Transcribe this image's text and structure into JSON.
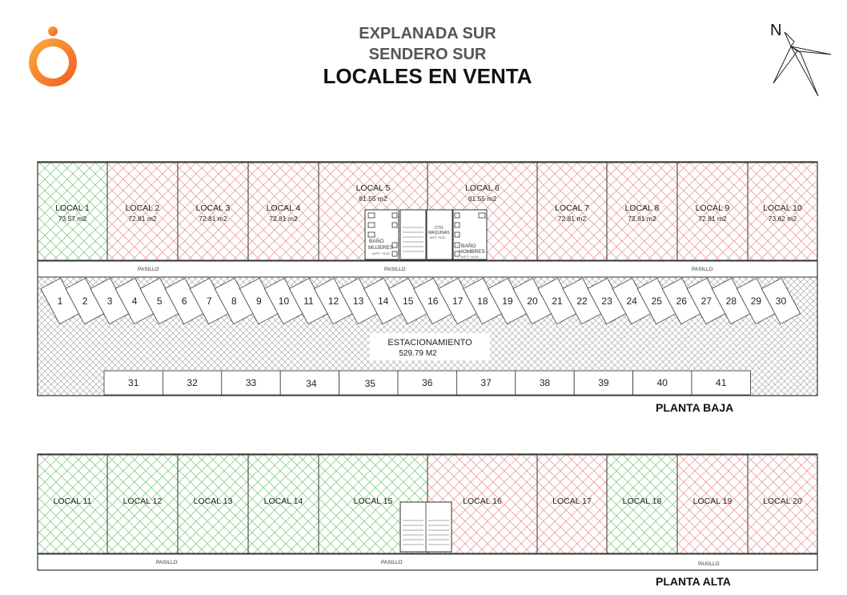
{
  "titles": {
    "line1": "EXPLANADA SUR",
    "line2": "SENDERO SUR",
    "line3": "LOCALES EN VENTA"
  },
  "north_label": "N",
  "colors": {
    "sold": "#6fc36f",
    "available": "#e88a8a",
    "parking": "#9a9a9a",
    "logo": "#f5a623"
  },
  "planta_baja": {
    "label": "PLANTA BAJA",
    "locales": [
      {
        "name": "LOCAL 1",
        "area": "73.57 m2",
        "status": "sold"
      },
      {
        "name": "LOCAL 2",
        "area": "72.81 m2",
        "status": "available"
      },
      {
        "name": "LOCAL 3",
        "area": "72.81 m2",
        "status": "available"
      },
      {
        "name": "LOCAL 4",
        "area": "72.81 m2",
        "status": "available"
      },
      {
        "name": "LOCAL 5",
        "area": "81.55 m2",
        "status": "available"
      },
      {
        "name": "LOCAL 6",
        "area": "81.55 m2",
        "status": "available"
      },
      {
        "name": "LOCAL 7",
        "area": "72.81 m2",
        "status": "available"
      },
      {
        "name": "LOCAL 8",
        "area": "72.81 m2",
        "status": "available"
      },
      {
        "name": "LOCAL 9",
        "area": "72.81 m2",
        "status": "available"
      },
      {
        "name": "LOCAL 10",
        "area": "73.62 m2",
        "status": "available"
      }
    ],
    "bano_mujeres": [
      "BAÑO",
      "MUJERES",
      "N.P.T. +0.20"
    ],
    "bano_hombres": [
      "BAÑO",
      "HOMBRES",
      "N.P.T. +0.20"
    ],
    "cto_maquinas": [
      "CTO.",
      "MAQUINAS",
      "N.P.T. +0.20"
    ],
    "pasillo": "PASILLO",
    "estacionamiento": "ESTACIONAMIENTO",
    "estacionamiento_area": "529.79 M2",
    "parking_row1": [
      "1",
      "2",
      "3",
      "4",
      "5",
      "6",
      "7",
      "8",
      "9",
      "10",
      "11",
      "12",
      "13",
      "14",
      "15",
      "16",
      "17",
      "18",
      "19",
      "20",
      "21",
      "22",
      "23",
      "24",
      "25",
      "26",
      "27",
      "28",
      "29",
      "30"
    ],
    "parking_row2": [
      "31",
      "32",
      "33",
      "34",
      "35",
      "36",
      "37",
      "38",
      "39",
      "40",
      "41"
    ]
  },
  "planta_alta": {
    "label": "PLANTA ALTA",
    "locales": [
      {
        "name": "LOCAL 11",
        "status": "sold"
      },
      {
        "name": "LOCAL 12",
        "status": "sold"
      },
      {
        "name": "LOCAL 13",
        "status": "sold"
      },
      {
        "name": "LOCAL 14",
        "status": "sold"
      },
      {
        "name": "LOCAL 15",
        "status": "sold"
      },
      {
        "name": "LOCAL 16",
        "status": "available"
      },
      {
        "name": "LOCAL 17",
        "status": "available"
      },
      {
        "name": "LOCAL 18",
        "status": "sold"
      },
      {
        "name": "LOCAL 19",
        "status": "available"
      },
      {
        "name": "LOCAL 20",
        "status": "available"
      }
    ],
    "pasillo": "PASILLO"
  }
}
